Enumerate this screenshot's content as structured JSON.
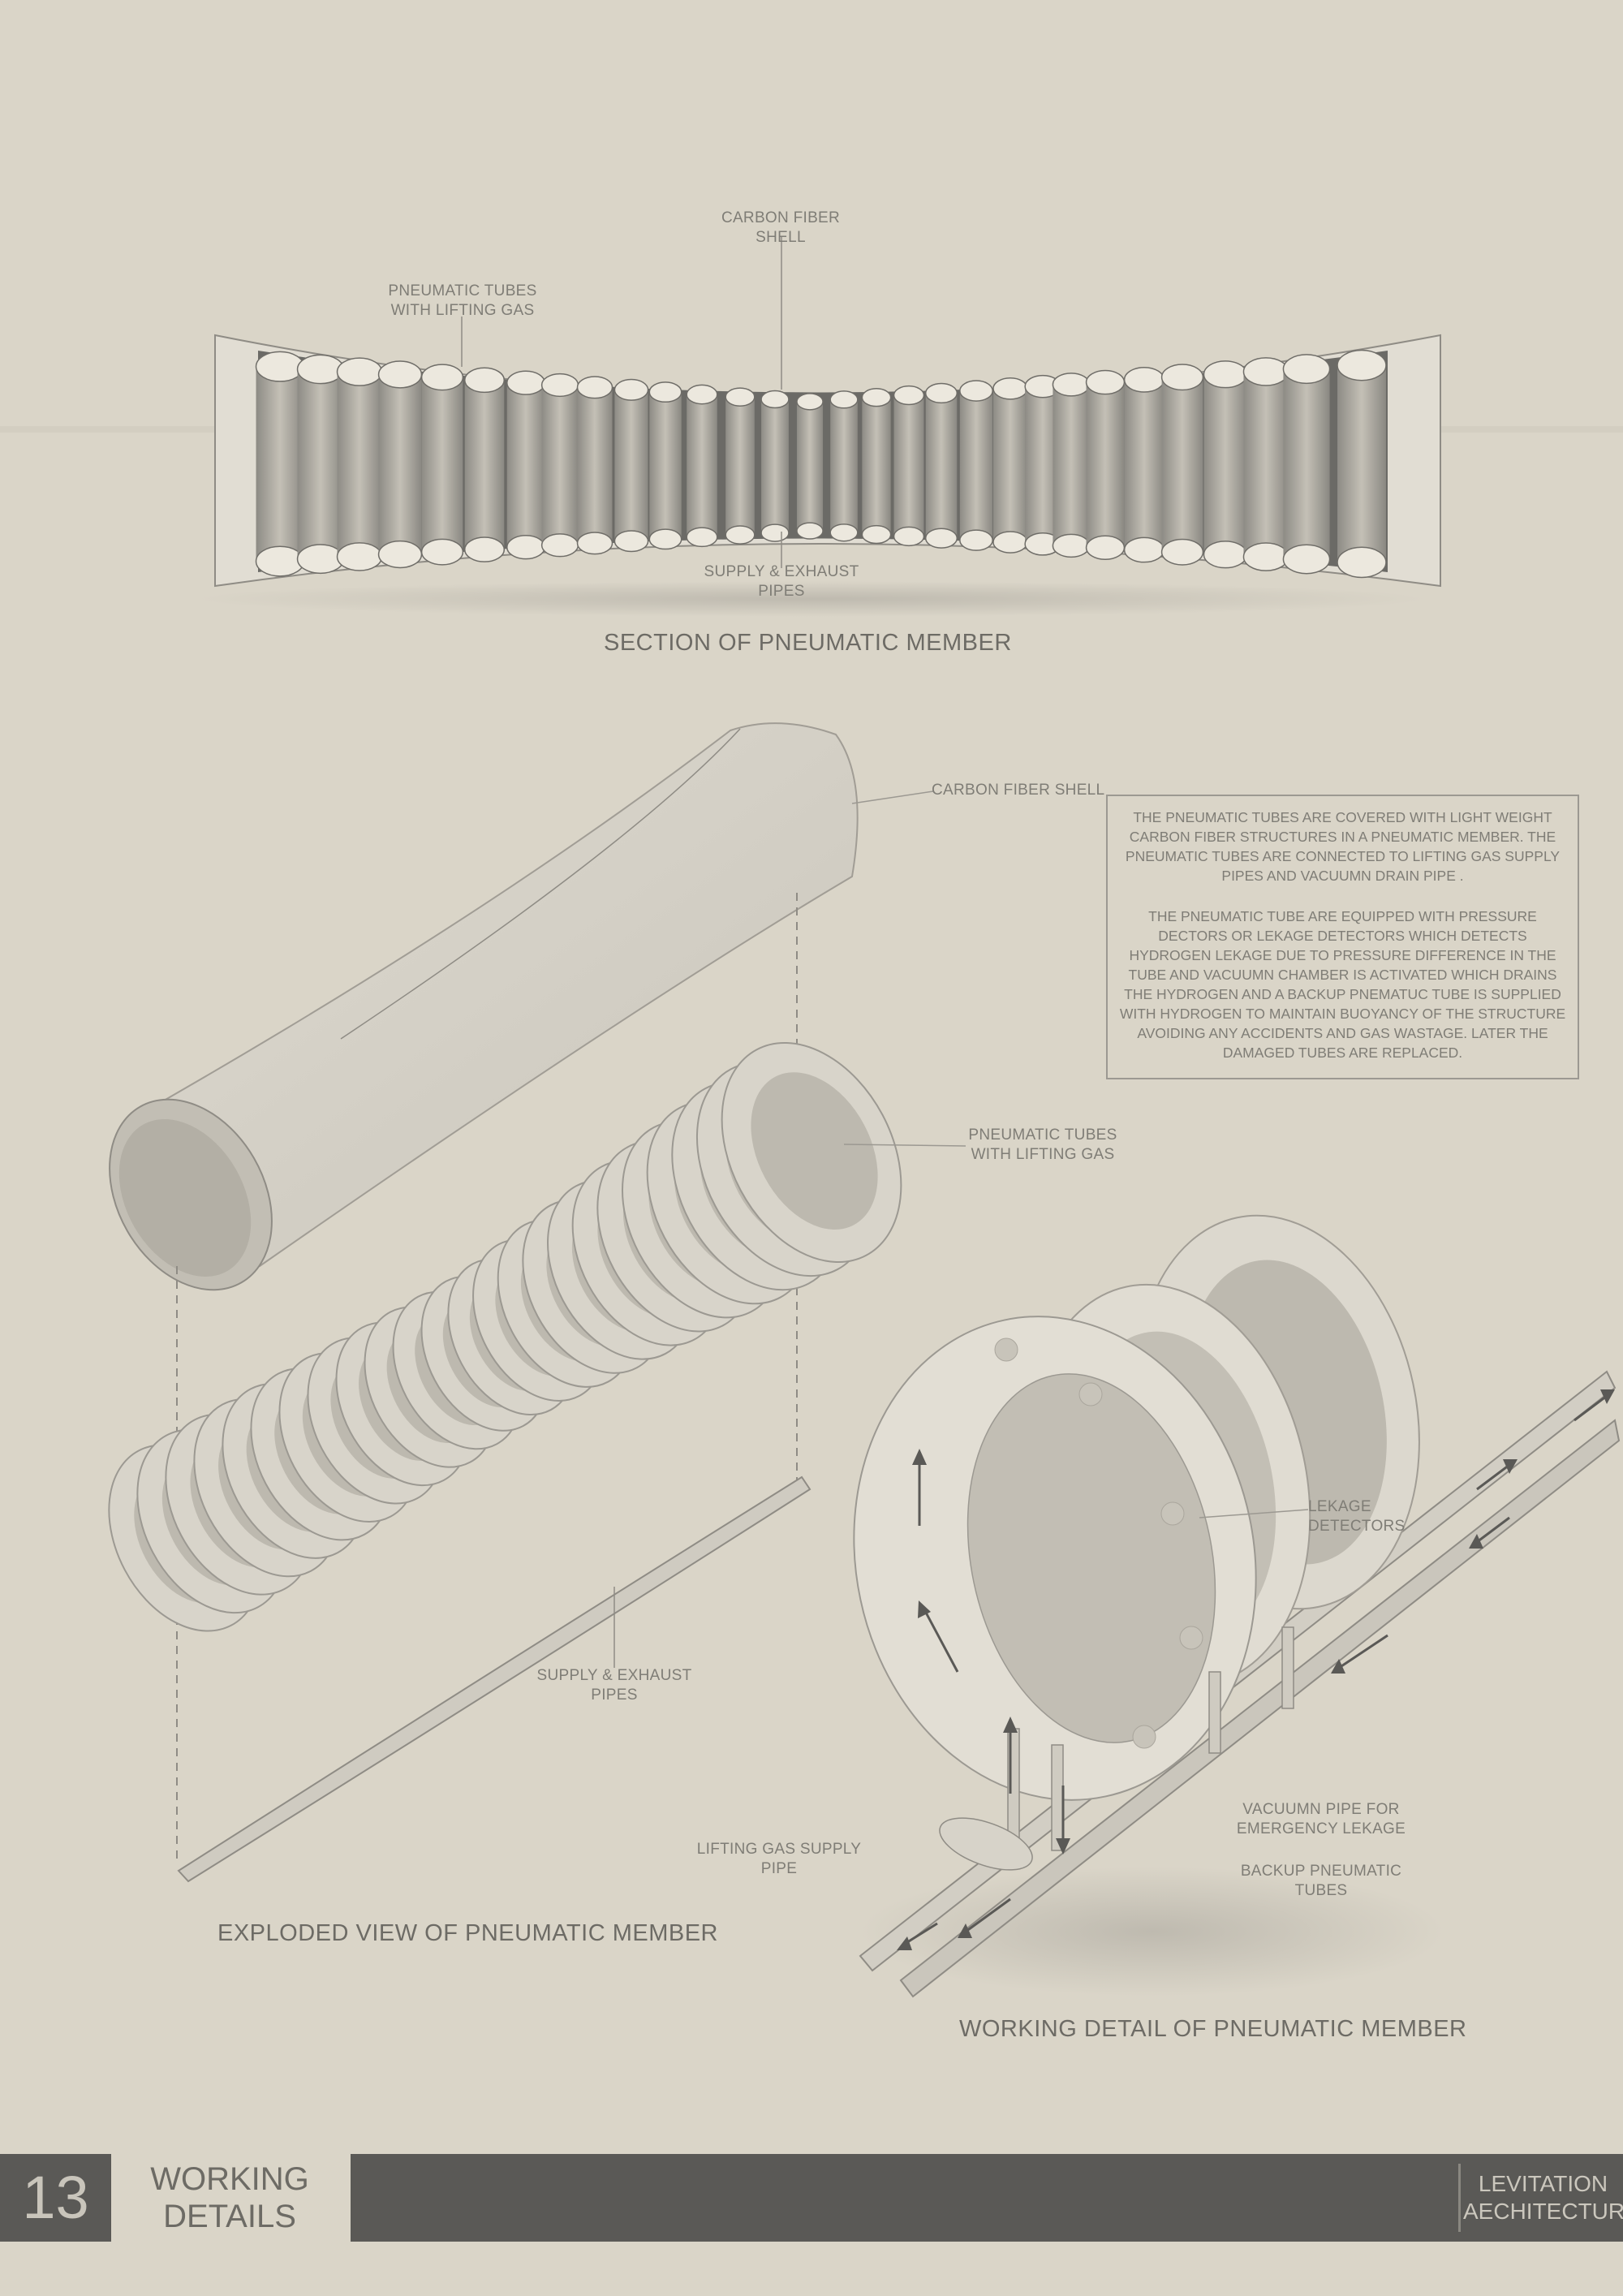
{
  "section_view": {
    "caption": "SECTION OF PNEUMATIC MEMBER",
    "labels": {
      "carbon_fiber_shell": "CARBON FIBER\nSHELL",
      "pneumatic_tubes": "PNEUMATIC TUBES\nWITH LIFTING GAS",
      "supply_exhaust": "SUPPLY & EXHAUST\nPIPES"
    }
  },
  "exploded_view": {
    "caption": "EXPLODED VIEW OF PNEUMATIC MEMBER",
    "labels": {
      "carbon_fiber_shell": "CARBON FIBER SHELL",
      "pneumatic_tubes": "PNEUMATIC TUBES\nWITH LIFTING GAS",
      "supply_exhaust": "SUPPLY & EXHAUST\nPIPES"
    }
  },
  "description": {
    "paragraph_1": "THE PNEUMATIC TUBES ARE COVERED WITH LIGHT WEIGHT CARBON FIBER STRUCTURES IN A PNEUMATIC MEMBER. THE PNEUMATIC TUBES ARE CONNECTED TO LIFTING GAS SUPPLY PIPES AND VACUUMN DRAIN PIPE .",
    "paragraph_2": "THE PNEUMATIC TUBE ARE EQUIPPED WITH PRESSURE DECTORS OR LEKAGE DETECTORS WHICH DETECTS HYDROGEN LEKAGE DUE TO PRESSURE DIFFERENCE IN THE TUBE AND VACUUMN CHAMBER IS ACTIVATED WHICH DRAINS THE HYDROGEN AND A BACKUP PNEMATUC TUBE IS SUPPLIED WITH HYDROGEN TO MAINTAIN BUOYANCY OF THE STRUCTURE AVOIDING ANY ACCIDENTS AND GAS WASTAGE. LATER THE DAMAGED TUBES ARE REPLACED."
  },
  "working_detail": {
    "caption": "WORKING DETAIL OF PNEUMATIC MEMBER",
    "labels": {
      "leakage_detectors": "LEKAGE DETECTORS",
      "vacuum_pipe": "VACUUMN PIPE FOR\nEMERGENCY LEKAGE",
      "backup_tubes": "BACKUP PNEUMATIC\nTUBES",
      "lifting_gas_supply": "LIFTING GAS SUPPLY\nPIPE"
    }
  },
  "footer": {
    "page_number": "13",
    "section_title": "WORKING\nDETAILS",
    "project_name": "LEVITATION\nAECHITECTURE"
  },
  "colors": {
    "paper": "#dad5c8",
    "footer_dark": "#5a5956",
    "ink": "#7f7d76"
  }
}
